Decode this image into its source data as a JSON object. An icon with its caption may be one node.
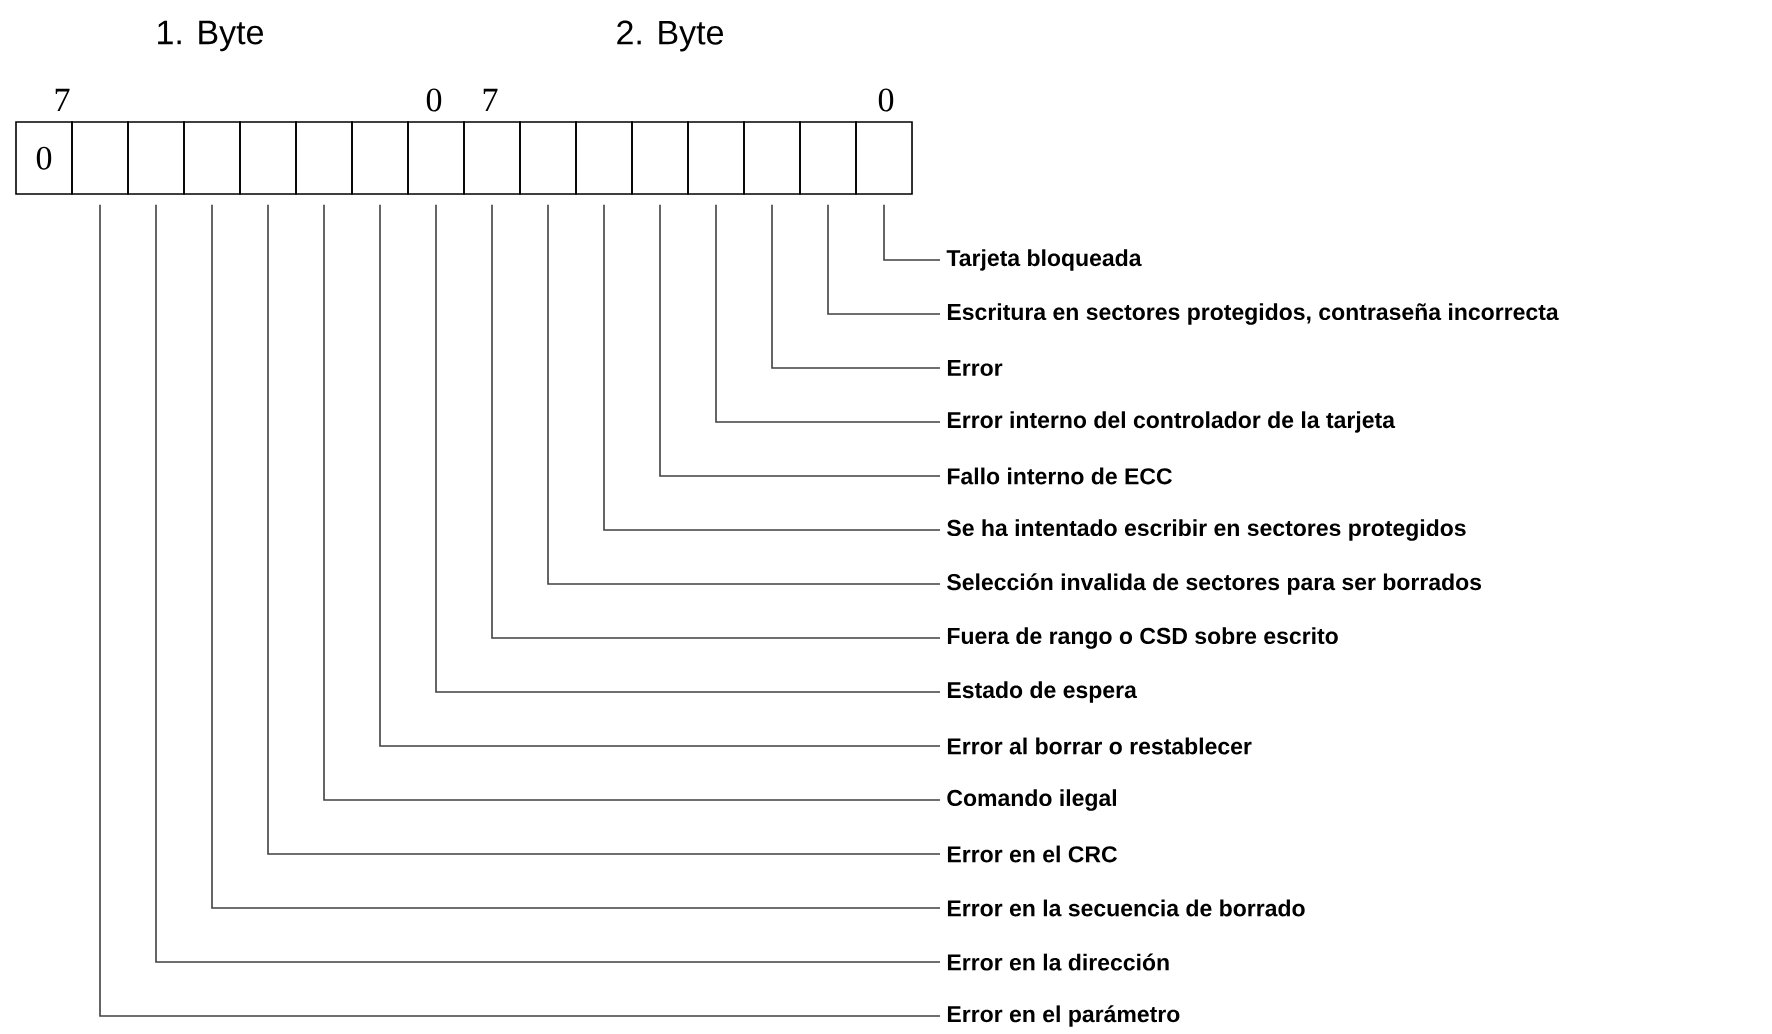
{
  "diagram": {
    "nodes": [
      {
        "text": [
          "0"
        ]
      },
      {
        "text": [],
        "shape": "box"
      },
      {
        "text": [],
        "shape": "box"
      },
      {
        "text": [],
        "shape": "box"
      },
      {
        "text": [],
        "shape": "box"
      },
      {
        "text": [],
        "shape": "box"
      },
      {
        "text": [],
        "shape": "box"
      },
      {
        "text": [],
        "shape": "box"
      },
      {
        "text": [],
        "shape": "box"
      },
      {
        "text": [],
        "shape": "box"
      },
      {
        "text": [],
        "shape": "box"
      },
      {
        "text": [],
        "shape": "box"
      },
      {
        "text": [],
        "shape": "box"
      },
      {
        "text": [],
        "shape": "box"
      },
      {
        "text": [],
        "shape": "box"
      },
      {
        "text": [],
        "shape": "box"
      },
      {
        "text": [
          "Tarjeta bloqueada"
        ]
      },
      {
        "text": [
          "Escritura en sectores protegidos, contraseña incorrecta"
        ]
      },
      {
        "text": [
          "Error"
        ]
      },
      {
        "text": [
          "Error interno del controlador de la tarjeta"
        ]
      },
      {
        "text": [
          "Fallo interno de ECC"
        ]
      },
      {
        "text": [
          "Se ha intentado escribir en sectores protegidos"
        ]
      },
      {
        "text": [
          "Selección invalida de sectores para ser borrados"
        ]
      },
      {
        "text": [
          "Fuera de rango o CSD sobre escrito"
        ]
      },
      {
        "text": [
          "Estado de espera"
        ]
      },
      {
        "text": [
          "Error al borrar o restablecer"
        ]
      },
      {
        "text": [
          "Comando ilegal"
        ]
      },
      {
        "text": [
          "Error en el CRC"
        ]
      },
      {
        "text": [
          "Error en la secuencia de borrado"
        ]
      },
      {
        "text": [
          "Error en la dirección"
        ]
      },
      {
        "text": [
          "Error en el parámetro"
        ]
      }
    ],
    "edges": [
      {
        "from": 16,
        "to": 15,
        "arrow": "none"
      },
      {
        "from": 17,
        "to": 14,
        "arrow": "none"
      },
      {
        "from": 18,
        "to": 13,
        "arrow": "none"
      },
      {
        "from": 19,
        "to": 12,
        "arrow": "none"
      },
      {
        "from": 20,
        "to": 11,
        "arrow": "none"
      },
      {
        "from": 21,
        "to": 10,
        "arrow": "none"
      },
      {
        "from": 22,
        "to": 9,
        "arrow": "none"
      },
      {
        "from": 23,
        "to": 8,
        "arrow": "none"
      },
      {
        "from": 24,
        "to": 7,
        "arrow": "none"
      },
      {
        "from": 25,
        "to": 6,
        "arrow": "none"
      },
      {
        "from": 26,
        "to": 5,
        "arrow": "none"
      },
      {
        "from": 27,
        "to": 4,
        "arrow": "none"
      },
      {
        "from": 28,
        "to": 3,
        "arrow": "none"
      },
      {
        "from": 29,
        "to": 2,
        "arrow": "none"
      },
      {
        "from": 30,
        "to": 1,
        "arrow": "none"
      }
    ],
    "labels": [
      "1. Byte",
      "2. Byte",
      "7",
      "0",
      "7",
      "0"
    ]
  }
}
